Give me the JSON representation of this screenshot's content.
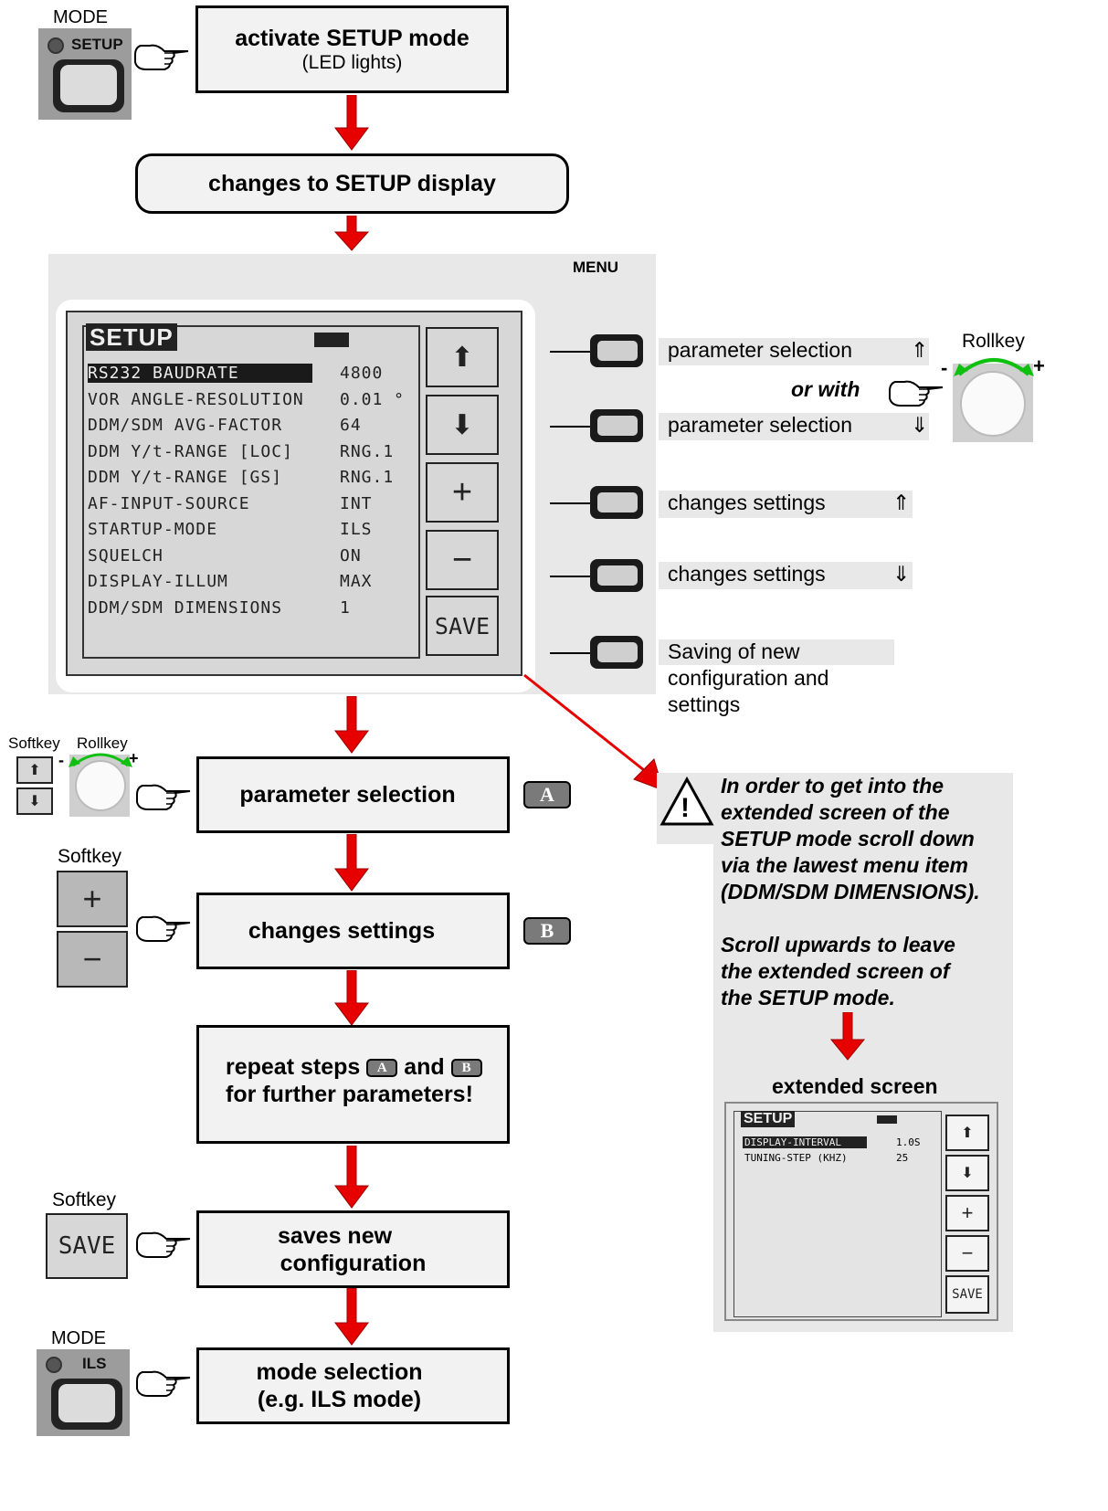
{
  "steps": {
    "step1": {
      "title": "activate SETUP mode",
      "subtitle": "(LED lights)"
    },
    "step2": {
      "title": "changes to SETUP display"
    },
    "step3": {
      "title": "parameter selection",
      "badge": "A"
    },
    "step4": {
      "title": "changes settings",
      "badge": "B"
    },
    "step5": {
      "title_a": "repeat steps",
      "title_and": "and",
      "badge_a": "A",
      "badge_b": "B",
      "title_b": "for further parameters!"
    },
    "step6": {
      "line1": "saves new",
      "line2": "configuration"
    },
    "step7": {
      "line1": "mode selection",
      "line2": "(e.g. ILS mode)"
    }
  },
  "top_mode": {
    "label": "MODE",
    "button_text": "SETUP"
  },
  "bottom_mode": {
    "label": "MODE",
    "button_text": "ILS"
  },
  "panel": {
    "menu_label": "MENU",
    "screen_title": "SETUP",
    "rows": [
      {
        "name": "RS232 BAUDRATE",
        "value": "4800"
      },
      {
        "name": "VOR ANGLE-RESOLUTION",
        "value": "0.01 °"
      },
      {
        "name": "DDM/SDM AVG-FACTOR",
        "value": "64"
      },
      {
        "name": "DDM Y/t-RANGE [LOC]",
        "value": "RNG.1"
      },
      {
        "name": "DDM Y/t-RANGE [GS]",
        "value": "RNG.1"
      },
      {
        "name": "AF-INPUT-SOURCE",
        "value": "INT"
      },
      {
        "name": "STARTUP-MODE",
        "value": "ILS"
      },
      {
        "name": "SQUELCH",
        "value": "ON"
      },
      {
        "name": "DISPLAY-ILLUM",
        "value": "MAX"
      },
      {
        "name": "DDM/SDM DIMENSIONS",
        "value": "1"
      }
    ],
    "softkeys": {
      "up": "⬆",
      "down": "⬇",
      "plus": "+",
      "minus": "−",
      "save": "SAVE"
    }
  },
  "key_descriptions": {
    "param_up": "parameter selection",
    "param_up_symbol": "⇑",
    "or_with": "or with",
    "param_down": "parameter selection",
    "param_down_symbol": "⇓",
    "change_up": "changes settings",
    "change_up_symbol": "⇑",
    "change_down": "changes settings",
    "change_down_symbol": "⇓",
    "save_line1": "Saving of new",
    "save_line2": "configuration and",
    "save_line3": "settings"
  },
  "rollkey": {
    "label": "Rollkey",
    "minus": "-",
    "plus": "+"
  },
  "left_controls": {
    "softkey_label_1": "Softkey",
    "rollkey_label_1": "Rollkey",
    "softkey_label_2": "Softkey",
    "softkey_label_3": "Softkey",
    "save_text": "SAVE",
    "minus": "-",
    "plus": "+",
    "up": "⬆",
    "down": "⬇",
    "plus_key": "+",
    "minus_key": "−"
  },
  "note": {
    "warning_symbol": "!",
    "paragraph1": [
      "In order to get into the",
      "extended screen of the",
      "SETUP mode scroll down",
      "via the lawest menu item",
      "(DDM/SDM DIMENSIONS)."
    ],
    "paragraph2": [
      "Scroll upwards to leave",
      "the extended screen of",
      "the SETUP mode."
    ],
    "extended_label": "extended screen"
  },
  "extended_screen": {
    "title": "SETUP",
    "rows": [
      {
        "name": "DISPLAY-INTERVAL",
        "value": "1.0S"
      },
      {
        "name": "TUNING-STEP (KHZ)",
        "value": "25"
      }
    ],
    "softkeys": {
      "up": "⬆",
      "down": "⬇",
      "plus": "+",
      "minus": "−",
      "save": "SAVE"
    }
  },
  "colors": {
    "arrow": "#e60000",
    "box_fill": "#f2f2f2",
    "badge": "#7a7a7a",
    "note_bg": "#e8e8e8"
  }
}
